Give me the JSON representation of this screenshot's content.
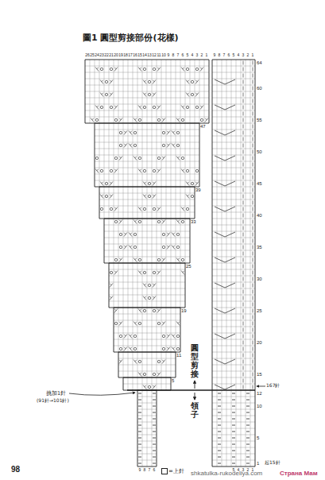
{
  "diagram": {
    "title": "圖1 圓型剪接部份(花樣)",
    "labels": [
      "26",
      "25",
      "24",
      "23",
      "22",
      "21",
      "20",
      "19",
      "18",
      "17",
      "16",
      "15",
      "14",
      "13",
      "12",
      "11",
      "10",
      "9",
      "8",
      "7",
      "6",
      "5",
      "4",
      "3",
      "2",
      "1",
      "9",
      "8",
      "7",
      "6",
      "5",
      "4",
      "3",
      "2",
      "1",
      "64",
      "60",
      "55",
      "50",
      "45",
      "40",
      "35",
      "30",
      "25",
      "20",
      "15",
      "12",
      "10",
      "5",
      "1",
      "47",
      "39",
      "33",
      "25",
      "19",
      "11",
      "5",
      "9",
      "8",
      "7",
      "6",
      "5",
      "4",
      "3",
      "2",
      "1",
      "圓型剪接",
      "領子",
      "167針",
      "起15針",
      "挑加1針",
      "(91針→101針)",
      "98",
      "shkatulka-rukodeliya.com",
      "Страна Мам"
    ],
    "legend": [
      {
        "text": "=上針"
      }
    ]
  }
}
